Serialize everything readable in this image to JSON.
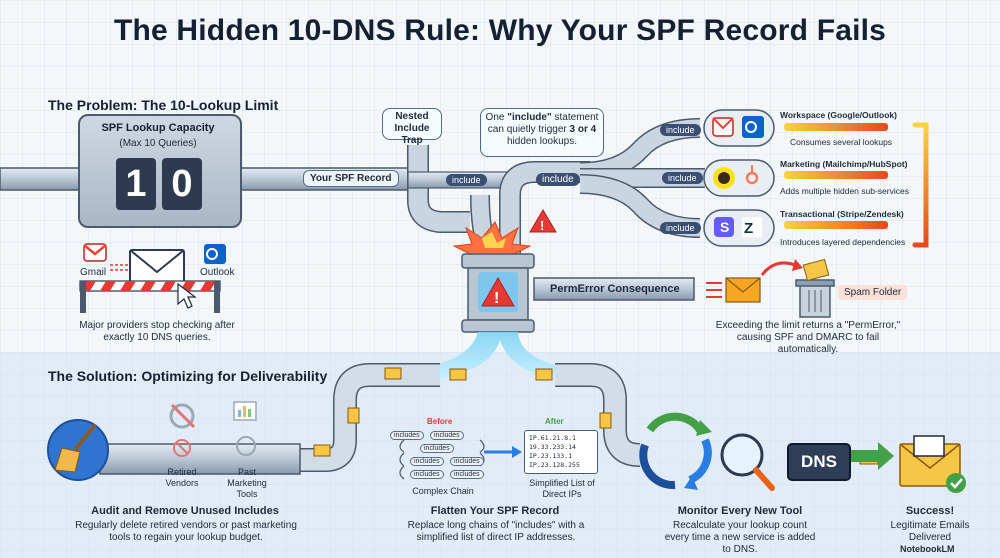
{
  "title": "The Hidden 10-DNS Rule: Why Your SPF Record Fails",
  "problem": {
    "heading": "The Problem: The 10-Lookup Limit",
    "capacity_title": "SPF Lookup Capacity",
    "capacity_sub": "(Max 10 Queries)",
    "digit1": "1",
    "digit2": "0",
    "gmail": "Gmail",
    "outlook": "Outlook",
    "caption": "Major providers stop checking after exactly 10 DNS queries."
  },
  "record_label": "Your SPF Record",
  "nested_trap": "Nested Include Trap",
  "callout": {
    "line1": "One",
    "include_word": "\"include\"",
    "line1b": "statement",
    "line2": "can quietly trigger",
    "nums": "3 or 4",
    "line3": "hidden lookups."
  },
  "include_label": "include",
  "branches": [
    {
      "title": "Workspace (Google/Outlook)",
      "desc": "Consumes several lookups"
    },
    {
      "title": "Marketing (Mailchimp/HubSpot)",
      "desc": "Adds multiple hidden sub-services"
    },
    {
      "title": "Transactional (Stripe/Zendesk)",
      "desc": "Introduces layered dependencies"
    }
  ],
  "perm": {
    "label": "PermError Consequence",
    "spam": "Spam Folder",
    "caption": "Exceeding the limit returns a \"PermError,\" causing SPF and DMARC to fail automatically."
  },
  "solution": {
    "heading": "The Solution: Optimizing for Deliverability",
    "retired": "Retired Vendors",
    "past": "Past Marketing Tools",
    "audit_title": "Audit and Remove Unused Includes",
    "audit_desc": "Regularly delete retired vendors or past marketing tools to regain your lookup budget.",
    "before": "Before",
    "after": "After",
    "chain_tags": [
      "includes",
      "includes",
      "includes",
      "includes",
      "includes",
      "includes",
      "includes"
    ],
    "complex": "Complex Chain",
    "ips": [
      "IP.61.21.8.1",
      "19.33.233.14",
      "IP.23.133.1",
      "IP.23.128.255"
    ],
    "simplified": "Simplified List of Direct IPs",
    "flatten_title": "Flatten Your SPF Record",
    "flatten_desc": "Replace long chains of \"includes\" with a simplified list of direct IP addresses.",
    "dns": "DNS",
    "monitor_title": "Monitor Every New Tool",
    "monitor_desc": "Recalculate your lookup count every time a new service is added to DNS.",
    "success_title": "Success!",
    "success_desc": "Legitimate Emails Delivered"
  },
  "branding": "NotebookLM",
  "colors": {
    "pipe": "#b9c7d6",
    "pipe_edge": "#4b5a6c",
    "flow": "#9fd8f0",
    "include_pill": "#3b4f73",
    "warning": "#e53935",
    "success": "#43a047"
  }
}
